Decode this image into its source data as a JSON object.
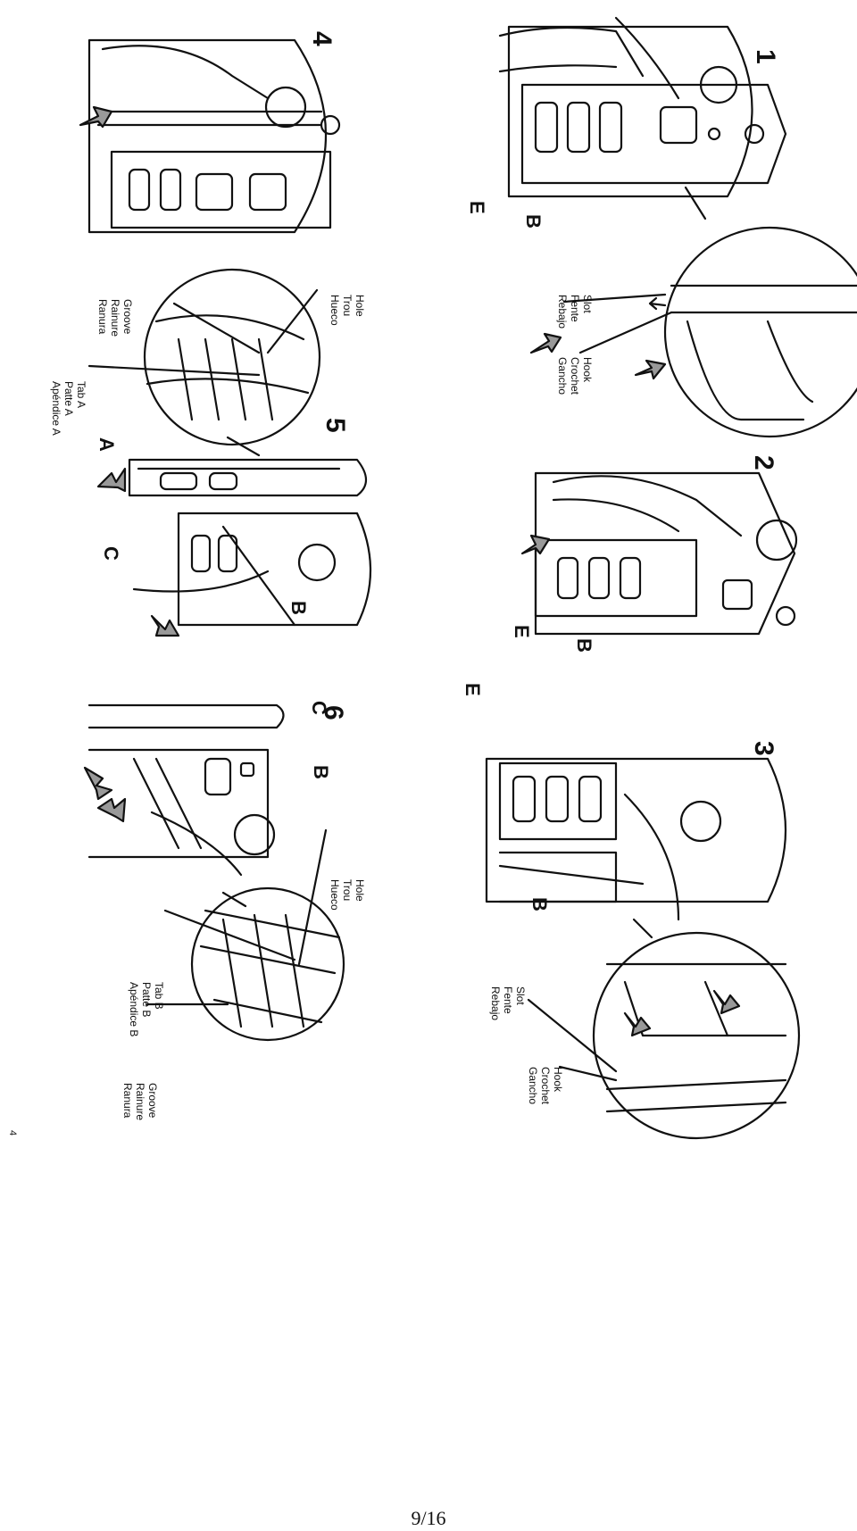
{
  "steps": [
    "1",
    "2",
    "3",
    "4",
    "5",
    "6"
  ],
  "part_labels": {
    "b": "B",
    "e": "E",
    "a": "A",
    "c": "C"
  },
  "callouts": {
    "slot": [
      "Slot",
      "Fente",
      "Rebajo"
    ],
    "hook": [
      "Hook",
      "Crochet",
      "Gancho"
    ],
    "hole": [
      "Hole",
      "Trou",
      "Hueco"
    ],
    "groove": [
      "Groove",
      "Rainure",
      "Ranura"
    ],
    "tab_a": [
      "Tab A",
      "Patte A",
      "Apéndice A"
    ],
    "tab_b": [
      "Tab B",
      "Patte B",
      "Apéndice B"
    ]
  },
  "page_number_side": "4",
  "footer": "9/16"
}
